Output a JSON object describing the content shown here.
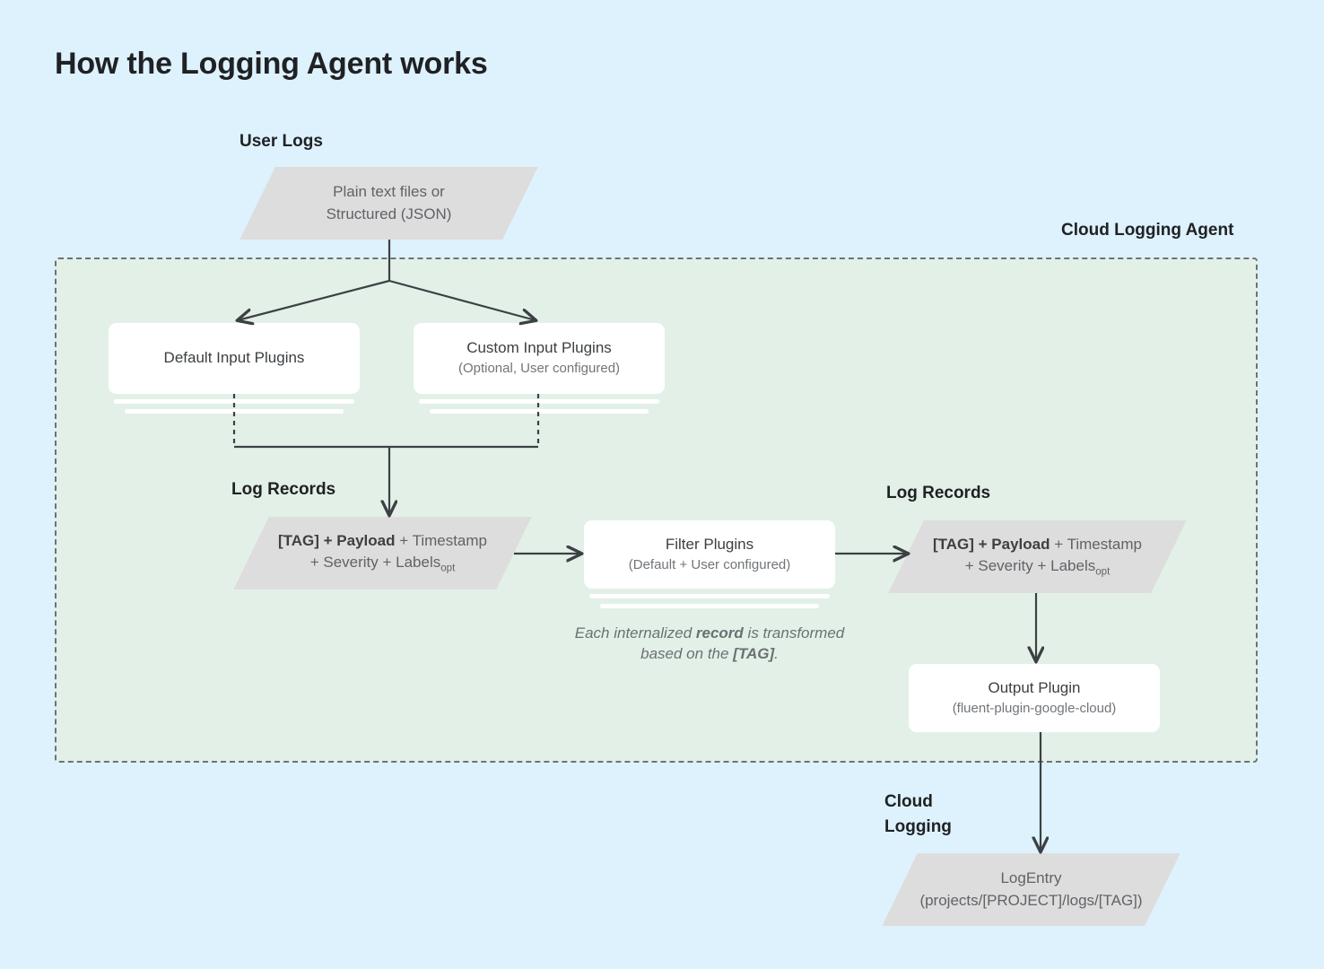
{
  "page": {
    "title": "How the Logging Agent works",
    "background_color": "#ddf2fd"
  },
  "labels": {
    "user_logs": "User Logs",
    "cloud_logging_agent": "Cloud Logging Agent",
    "log_records_left": "Log Records",
    "log_records_right": "Log Records",
    "cloud_logging": "Cloud\nLogging"
  },
  "container": {
    "name": "Cloud Logging Agent",
    "fill_color": "#e3f0e8",
    "border_style": "dashed",
    "border_color": "#6b7376"
  },
  "nodes": {
    "user_logs_source": {
      "shape": "parallelogram",
      "fill_color": "#dedddd",
      "line1": "Plain text files or",
      "line2": "Structured (JSON)"
    },
    "default_input_plugins": {
      "shape": "stacked-card",
      "title": "Default Input Plugins",
      "subtitle": ""
    },
    "custom_input_plugins": {
      "shape": "stacked-card",
      "title": "Custom Input Plugins",
      "subtitle": "(Optional, User configured)"
    },
    "log_record_left": {
      "shape": "parallelogram",
      "tag": "[TAG] + Payload",
      "rest_line1": " + Timestamp",
      "line2_prefix": "+ Severity + Labels",
      "line2_subscript": "opt"
    },
    "filter_plugins": {
      "shape": "stacked-card",
      "title": "Filter Plugins",
      "subtitle": "(Default + User configured)"
    },
    "filter_note": {
      "segment1": "Each internalized ",
      "segment2_bold": "record",
      "segment3": " is transformed based on the ",
      "segment4_bold": "[TAG]",
      "segment5": "."
    },
    "log_record_right": {
      "shape": "parallelogram",
      "tag": "[TAG] + Payload",
      "rest_line1": " + Timestamp",
      "line2_prefix": "+ Severity + Labels",
      "line2_subscript": "opt"
    },
    "output_plugin": {
      "shape": "card",
      "title": "Output Plugin",
      "subtitle": "(fluent-plugin-google-cloud)"
    },
    "log_entry": {
      "shape": "parallelogram",
      "title": "LogEntry",
      "subtitle": "(projects/[PROJECT]/logs/[TAG])"
    }
  },
  "colors": {
    "arrow": "#3c4043",
    "parallelogram_fill": "#dedddd",
    "card_fill": "#ffffff",
    "text_primary": "#202124",
    "text_secondary": "#5f6368"
  }
}
